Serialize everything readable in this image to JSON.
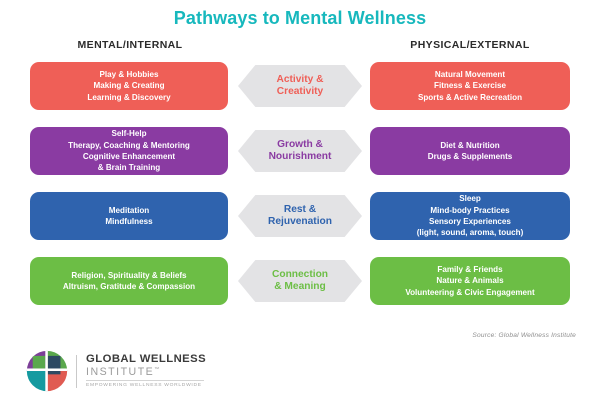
{
  "title": "Pathways to Mental Wellness",
  "title_color": "#17b8bd",
  "columns": {
    "left_header": "MENTAL/INTERNAL",
    "right_header": "PHYSICAL/EXTERNAL"
  },
  "rows": [
    {
      "color": "#ef5f57",
      "center_label": "Activity &\nCreativity",
      "left_items": "Play & Hobbies\nMaking & Creating\nLearning & Discovery",
      "right_items": "Natural Movement\nFitness & Exercise\nSports & Active Recreation"
    },
    {
      "color": "#8a3ba2",
      "center_label": "Growth &\nNourishment",
      "left_items": "Self-Help\nTherapy, Coaching & Mentoring\nCognitive Enhancement\n& Brain Training",
      "right_items": "Diet & Nutrition\nDrugs & Supplements"
    },
    {
      "color": "#2f63ae",
      "center_label": "Rest &\nRejuvenation",
      "left_items": "Meditation\nMindfulness",
      "right_items": "Sleep\nMind-body Practices\nSensory Experiences\n(light, sound, aroma, touch)"
    },
    {
      "color": "#6cbe45",
      "center_label": "Connection\n& Meaning",
      "left_items": "Religion, Spirituality & Beliefs\nAltruism, Gratitude & Compassion",
      "right_items": "Family & Friends\nNature & Animals\nVolunteering & Civic Engagement"
    }
  ],
  "hex_background": "#e3e3e5",
  "source": "Source: Global Wellness Institute",
  "logo": {
    "line1": "GLOBAL WELLNESS",
    "line2": "INSTITUTE",
    "trademark": "™",
    "tagline": "EMPOWERING WELLNESS WORLDWIDE",
    "mark_colors": {
      "purple": "#7c3f98",
      "green": "#5aa84d",
      "teal": "#159aa0",
      "red": "#e05b52",
      "navy": "#2d4a63"
    }
  }
}
